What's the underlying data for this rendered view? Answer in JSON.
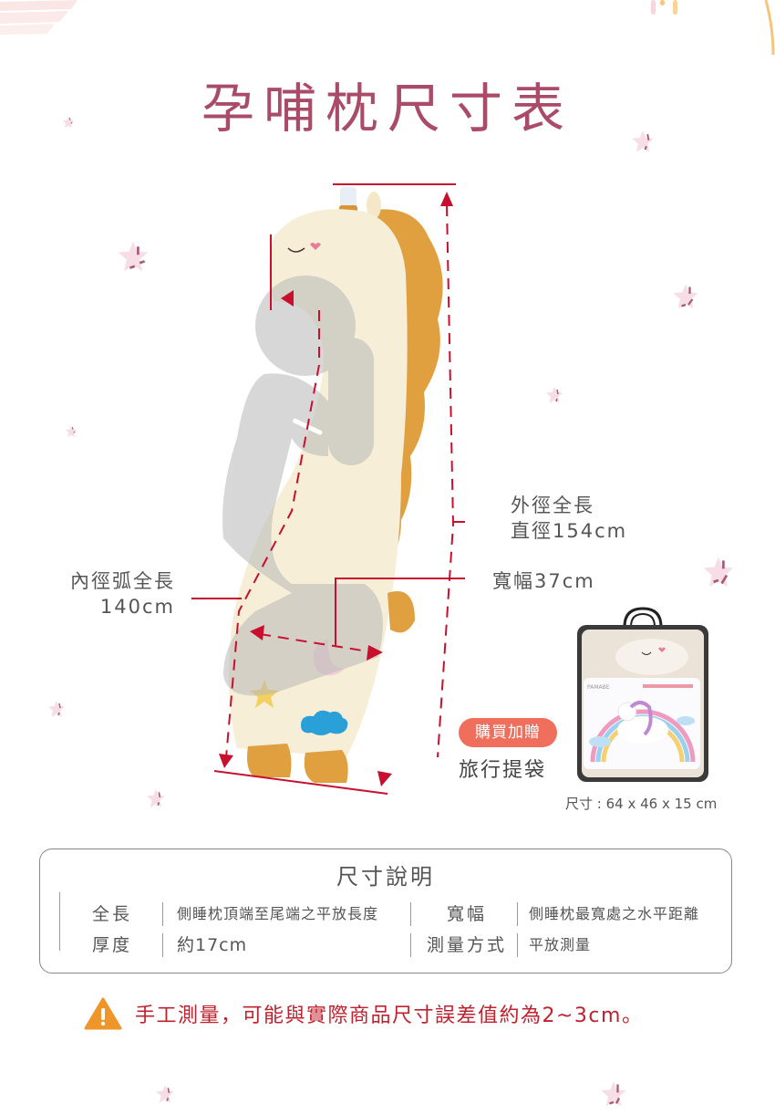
{
  "page": {
    "title": "孕哺枕尺寸表"
  },
  "diagram": {
    "inner_arc_label": "內徑弧全長",
    "inner_arc_value": "140cm",
    "outer_label": "外徑全長",
    "outer_value": "直徑154cm",
    "width_label": "寬幅37cm",
    "line_color": "#c8102e",
    "icons": [
      "pillow-unicorn-image",
      "person-silhouette",
      "star-patch-icon",
      "moon-patch-icon",
      "cloud-patch-icon"
    ]
  },
  "gift": {
    "badge": "購買加贈",
    "item": "旅行提袋",
    "size": "尺寸 : 64 x 46 x 15 cm",
    "bag_brand": "PAMABE",
    "badge_color": "#ef6f5c"
  },
  "spec": {
    "title": "尺寸說明",
    "rows": [
      {
        "key1": "全長",
        "val1": "側睡枕頂端至尾端之平放長度",
        "key2": "寬幅",
        "val2": "側睡枕最寬處之水平距離"
      },
      {
        "key1": "厚度",
        "val1": "約17cm",
        "key2": "測量方式",
        "val2": "平放測量"
      }
    ]
  },
  "warning": {
    "icon": "warning-triangle-icon",
    "text": "手工測量，可能與實際商品尺寸誤差值約為2~3cm。",
    "color": "#c0212e",
    "icon_color": "#f0952a"
  },
  "colors": {
    "title": "#a94b69",
    "star_fill": "#f7dde6",
    "star_shadow": "#a85a79"
  }
}
